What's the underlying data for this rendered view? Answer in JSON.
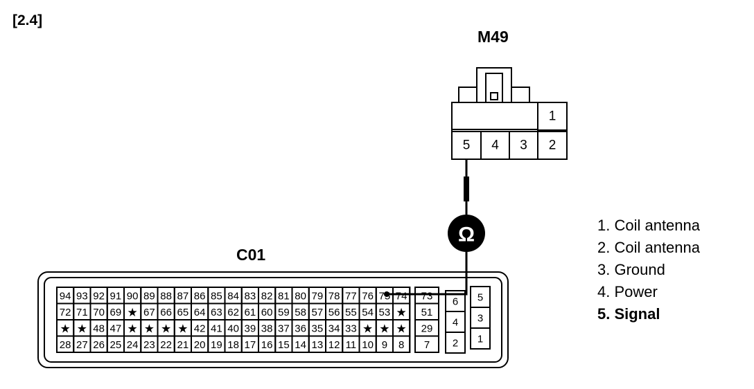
{
  "figure_ref": "[2.4]",
  "m49": {
    "title": "M49",
    "top_pin": "1",
    "pins": [
      "5",
      "4",
      "3",
      "2"
    ]
  },
  "c01": {
    "title": "C01",
    "rows": [
      [
        "94",
        "93",
        "92",
        "91",
        "90",
        "89",
        "88",
        "87",
        "86",
        "85",
        "84",
        "83",
        "82",
        "81",
        "80",
        "79",
        "78",
        "77",
        "76",
        "75",
        "74"
      ],
      [
        "72",
        "71",
        "70",
        "69",
        "★",
        "67",
        "66",
        "65",
        "64",
        "63",
        "62",
        "61",
        "60",
        "59",
        "58",
        "57",
        "56",
        "55",
        "54",
        "53",
        "★"
      ],
      [
        "★",
        "★",
        "48",
        "47",
        "★",
        "★",
        "★",
        "★",
        "42",
        "41",
        "40",
        "39",
        "38",
        "37",
        "36",
        "35",
        "34",
        "33",
        "★",
        "★",
        "★"
      ],
      [
        "28",
        "27",
        "26",
        "25",
        "24",
        "23",
        "22",
        "21",
        "20",
        "19",
        "18",
        "17",
        "16",
        "15",
        "14",
        "13",
        "12",
        "11",
        "10",
        "9",
        "8"
      ]
    ],
    "right_column": [
      "73",
      "51",
      "29",
      "7"
    ],
    "small_block_a": [
      "6",
      "4",
      "2"
    ],
    "small_block_b": [
      "5",
      "3",
      "1"
    ]
  },
  "meter_symbol": "Ω",
  "legend": [
    {
      "text": "1. Coil antenna",
      "bold": false
    },
    {
      "text": "2. Coil antenna",
      "bold": false
    },
    {
      "text": "3. Ground",
      "bold": false
    },
    {
      "text": "4. Power",
      "bold": false
    },
    {
      "text": "5. Signal",
      "bold": true
    }
  ]
}
